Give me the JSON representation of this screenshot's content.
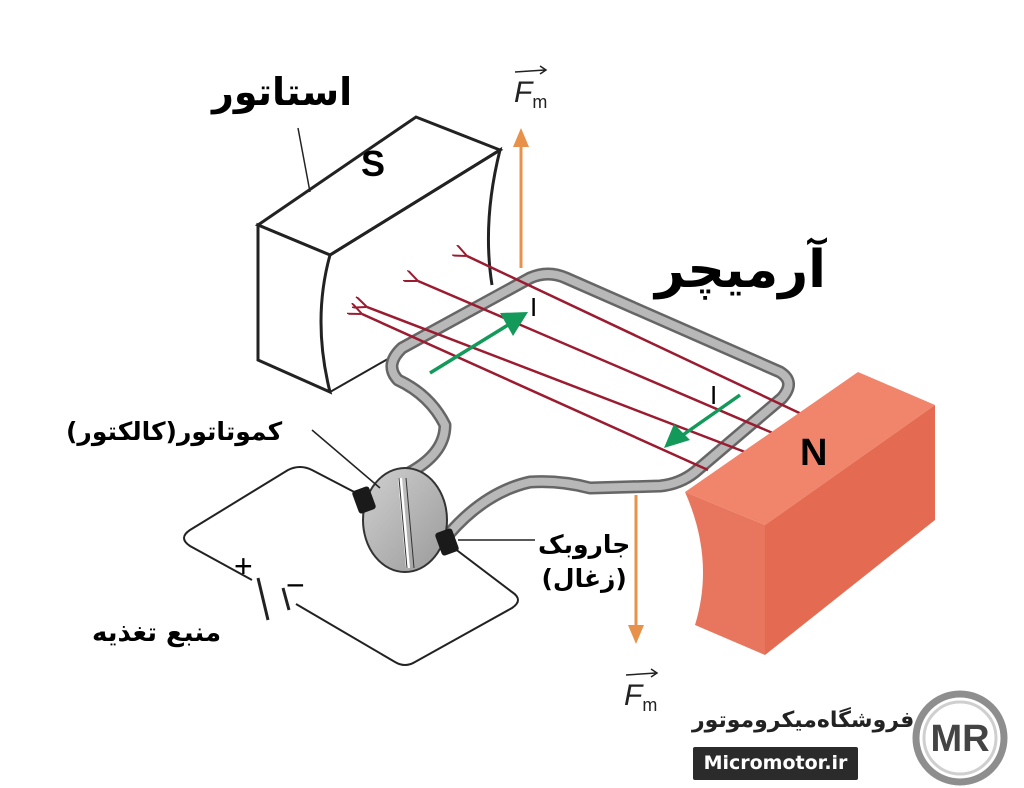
{
  "labels": {
    "stator": "استاتور",
    "armature": "آرمیچر",
    "commutator": "کموتاتور(کالکتور)",
    "brush_line1": "جاروبک",
    "brush_line2": "(زغال)",
    "power_supply": "منبع تغذیه"
  },
  "poles": {
    "south": "S",
    "north": "N"
  },
  "current": {
    "symbol": "I"
  },
  "battery": {
    "plus": "+",
    "minus": "−"
  },
  "force": {
    "symbol": "F",
    "subscript": "m"
  },
  "logo": {
    "name": "فروشگاه‌میکروموتور",
    "url": "Micromotor.ir",
    "mark": "MR"
  },
  "colors": {
    "field_line": "#9b1b30",
    "current_arrow": "#139a5b",
    "force_arrow": "#e8914a",
    "north_pole": "#e8705a",
    "coil": "#a7a7a7",
    "commutator": "#b5b5b5"
  }
}
